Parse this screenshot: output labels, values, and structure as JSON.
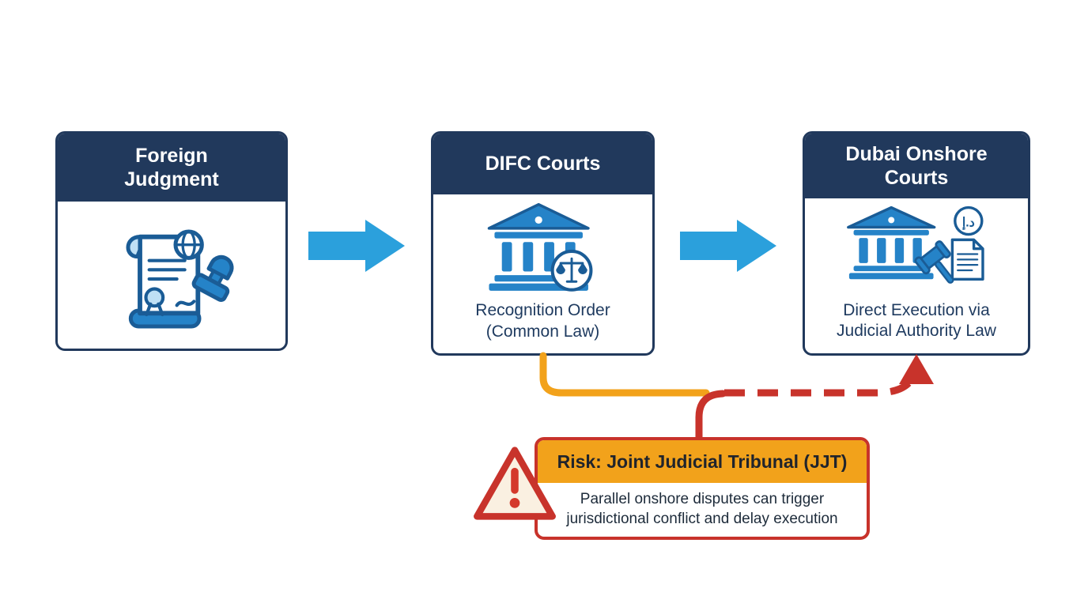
{
  "diagram": {
    "boxes": [
      {
        "title": "Foreign Judgment",
        "subtitle": "",
        "icon": "foreign-judgment-document-stamp-icon"
      },
      {
        "title": "DIFC Courts",
        "subtitle": "Recognition Order (Common Law)",
        "icon": "courthouse-scales-icon"
      },
      {
        "title": "Dubai Onshore Courts",
        "subtitle": "Direct Execution via Judicial Authority Law",
        "icon": "courthouse-gavel-document-icon"
      }
    ],
    "risk_callout": {
      "title": "Risk: Joint Judicial Tribunal (JJT)",
      "body": "Parallel onshore disputes can trigger jurisdictional conflict and delay execution",
      "icon": "warning-triangle-icon"
    },
    "dirham_symbol": "د.إ",
    "colors": {
      "header_navy": "#21395C",
      "arrow_blue": "#2BA0DC",
      "icon_blue": "#2583C8",
      "connector_orange": "#F2A21B",
      "risk_red": "#C8332B"
    }
  }
}
